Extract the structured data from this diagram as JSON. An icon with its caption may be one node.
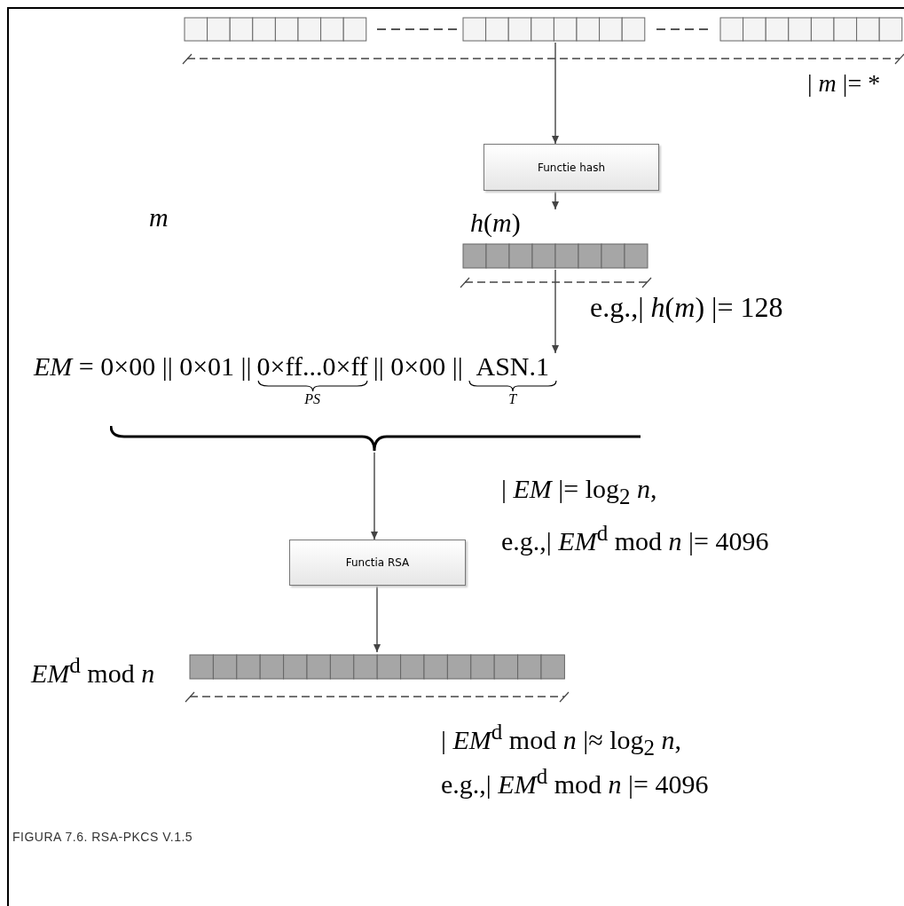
{
  "diagram": {
    "caption": "FIGURA 7.6. RSA-PKCS V.1.5",
    "nodes": [
      {
        "text": [],
        "shape": "bar"
      },
      {
        "text": [
          "Functie hash"
        ]
      },
      {
        "text": [
          "*h*(*m*)"
        ]
      },
      {
        "text": [
          "*EM*  = 0×00 || 0×01 ||",
          "0×ff...0×ff",
          "|| 0×00 ||",
          "ASN.1",
          "*PS*",
          "*T*"
        ]
      },
      {
        "text": [
          "Functia RSA"
        ]
      },
      {
        "text": [
          "*EM*$^{d}$ mod *n*"
        ]
      }
    ],
    "edges": [
      {
        "from": 0,
        "to": 1,
        "arrow": "to"
      },
      {
        "from": 1,
        "to": 2,
        "arrow": "to"
      },
      {
        "from": 2,
        "to": 3,
        "arrow": "to"
      },
      {
        "from": 3,
        "to": 4,
        "arrow": "to"
      },
      {
        "from": 4,
        "to": 5,
        "arrow": "to"
      }
    ],
    "labels": [
      "| *m* |= *",
      "*m*",
      "e.g.,| *h*(*m*) |= 128",
      "| *EM* |= log$_{2}$ *n*,",
      "e.g.,| *EM*$^{d}$ mod *n* |= 4096",
      "| *EM*$^{d}$ mod *n* |≈ log$_{2}$ *n*,",
      "e.g.,| *EM*$^{d}$ mod *n* |= 4096"
    ]
  }
}
